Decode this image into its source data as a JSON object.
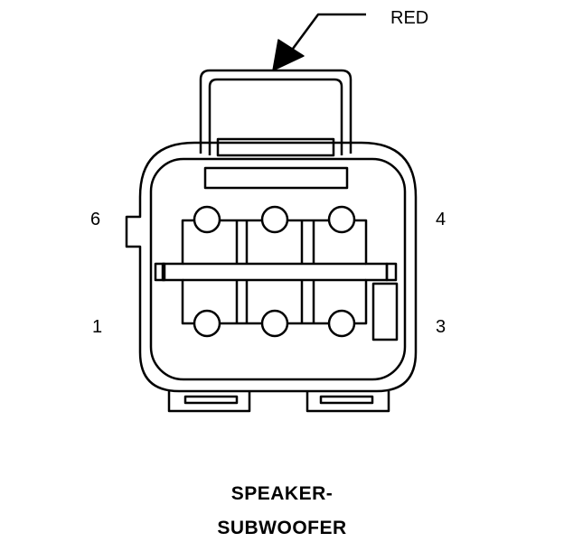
{
  "connector": {
    "color_label": "RED",
    "pins": {
      "top_left": "6",
      "top_right": "4",
      "bottom_left": "1",
      "bottom_right": "3"
    }
  },
  "caption": {
    "line1": "SPEAKER-",
    "line2": "SUBWOOFER"
  },
  "colors": {
    "line": "#000000",
    "background": "#ffffff"
  }
}
